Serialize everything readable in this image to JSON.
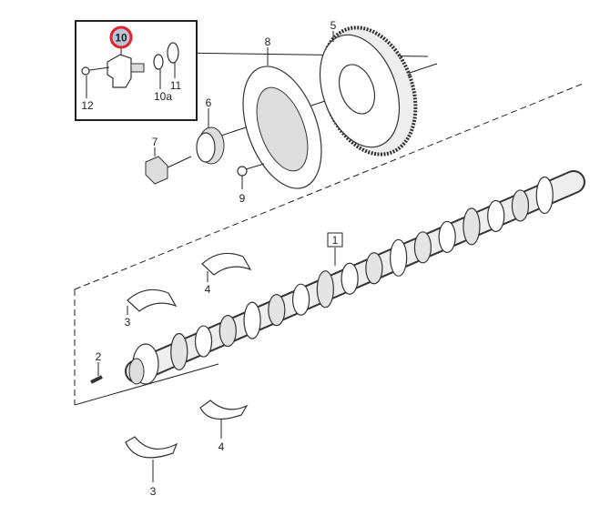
{
  "diagram": {
    "highlight": {
      "label": "10",
      "ring_color": "#e8202a",
      "fill_color": "#b9c6d8"
    },
    "labels": {
      "p1": "1",
      "p2": "2",
      "p3a": "3",
      "p3b": "3",
      "p4a": "4",
      "p4b": "4",
      "p5": "5",
      "p6": "6",
      "p7": "7",
      "p8": "8",
      "p9": "9",
      "p10a": "10a",
      "p11": "11",
      "p12": "12"
    }
  }
}
